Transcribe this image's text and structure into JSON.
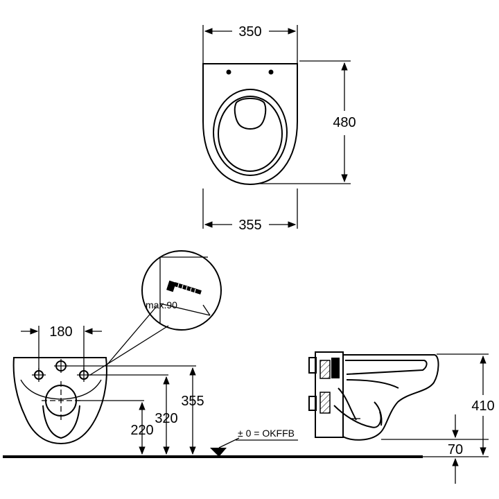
{
  "top_view": {
    "dim_top_width": "350",
    "dim_depth": "480",
    "dim_bottom_width": "355"
  },
  "front_view": {
    "dim_hole_spacing": "180",
    "dim_355": "355",
    "dim_320": "320",
    "dim_220": "220",
    "detail_label": "max.90",
    "floor_label": "± 0 = OKFFB"
  },
  "side_view": {
    "dim_height": "410",
    "dim_70": "70"
  }
}
